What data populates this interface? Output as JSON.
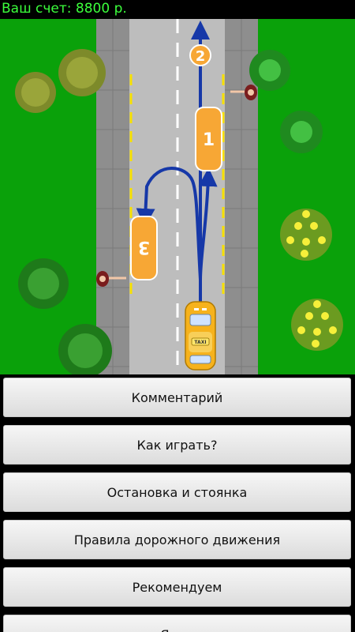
{
  "status": {
    "score_label": "Ваш счет: 8800 р."
  },
  "scene": {
    "markers": [
      {
        "id": "marker-1",
        "label": "1"
      },
      {
        "id": "marker-2",
        "label": "2"
      },
      {
        "id": "marker-3",
        "label": "3"
      }
    ],
    "taxi_sign": "TAXI",
    "colors": {
      "grass": "#0aa10a",
      "sidewalk": "#8e8e8e",
      "road": "#bdbdbd",
      "lane_yellow": "#f6e000",
      "marker_orange": "#f7a735",
      "route_blue": "#1638a8"
    }
  },
  "menu": {
    "items": [
      {
        "label": "Комментарий"
      },
      {
        "label": "Как играть?"
      },
      {
        "label": "Остановка и стоянка"
      },
      {
        "label": "Правила дорожного движения"
      },
      {
        "label": "Рекомендуем"
      },
      {
        "label": "Язык"
      }
    ]
  }
}
